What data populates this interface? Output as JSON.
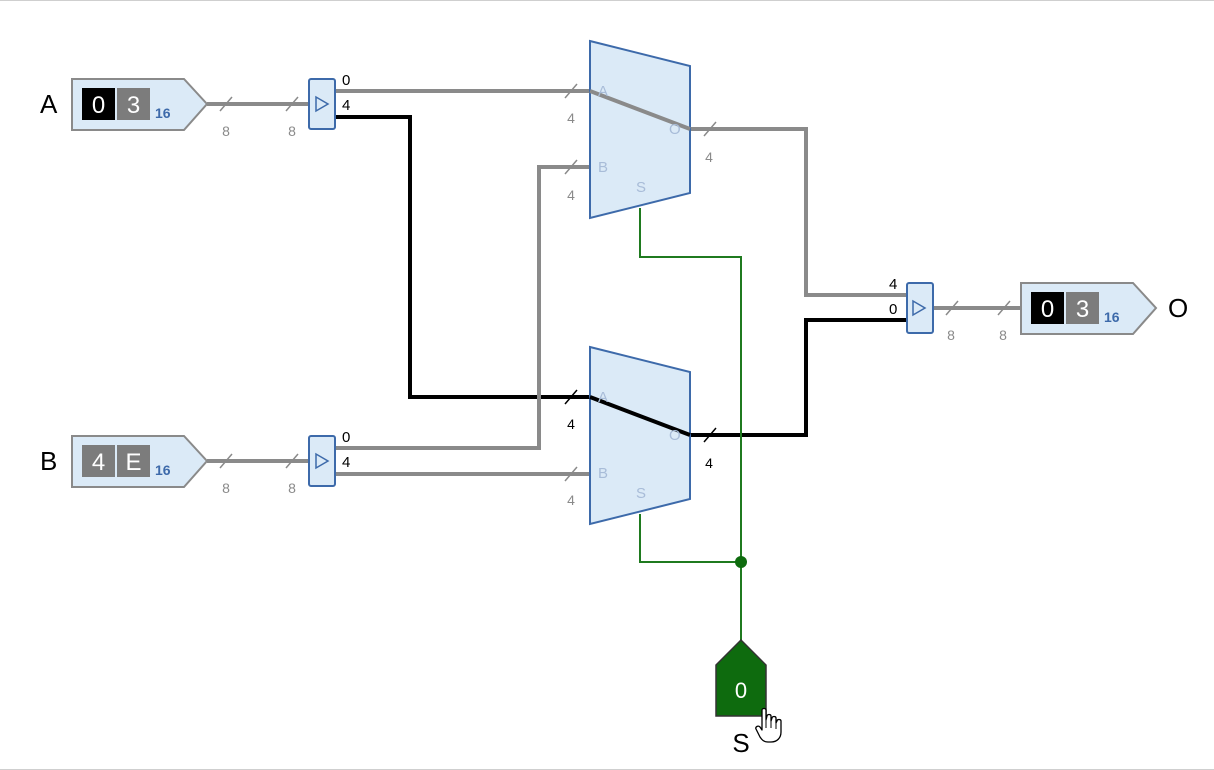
{
  "circuit": {
    "inputs": {
      "a": {
        "label": "A",
        "digit_hi": "0",
        "digit_lo": "3",
        "base": "16"
      },
      "b": {
        "label": "B",
        "digit_hi": "4",
        "digit_lo": "E",
        "base": "16"
      },
      "s": {
        "label": "S",
        "value": "0"
      }
    },
    "output": {
      "label": "O",
      "digit_hi": "0",
      "digit_lo": "3",
      "base": "16"
    },
    "bus_widths": {
      "wide": "8",
      "narrow": "4"
    },
    "splitters": {
      "a": {
        "top": "0",
        "bottom": "4"
      },
      "b": {
        "top": "0",
        "bottom": "4"
      },
      "out": {
        "top": "4",
        "bottom": "0"
      }
    },
    "mux_ports": {
      "a": "A",
      "b": "B",
      "s": "S",
      "o": "O"
    }
  },
  "colors": {
    "wire_inactive": "#8a8a8a",
    "wire_active": "#000000",
    "wire_select": "#1f7a1f",
    "component_fill": "#dbeaf7",
    "component_stroke": "#3d6aaa",
    "port_label": "#a8bcd8",
    "select_fill": "#0e6b0e"
  }
}
